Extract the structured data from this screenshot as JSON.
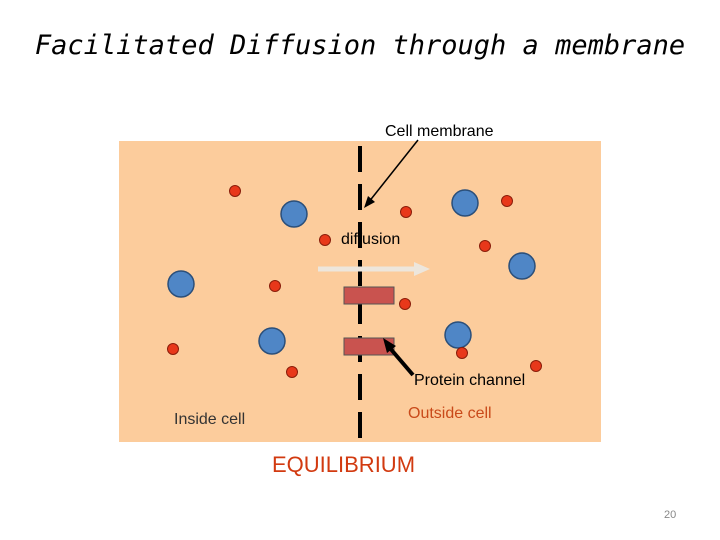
{
  "title": "Facilitated Diffusion through a membrane",
  "labels": {
    "cell_membrane": "Cell membrane",
    "diffusion": "diffusion",
    "protein_channel": "Protein channel",
    "inside_cell": "Inside cell",
    "outside_cell": "Outside cell",
    "equilibrium": "EQUILIBRIUM"
  },
  "page_number": "20",
  "colors": {
    "background": "#fccc9c",
    "large_molecule": "#4f86c6",
    "small_molecule": "#e8381a",
    "protein": "#c9534f",
    "arrow": "#ede6dc",
    "equilibrium_text": "#d23a10",
    "outside_text": "#c94a1a"
  }
}
